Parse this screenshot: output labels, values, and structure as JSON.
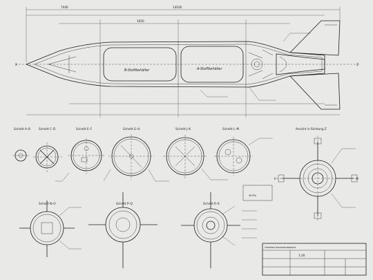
{
  "labels": {
    "axis_x": "X",
    "axis_z": "Z",
    "tank_b": "B-Stoffbehälter",
    "tank_a": "A-Stoffbehälter",
    "sec_ab": "Schnitt A–B",
    "sec_cd": "Schnitt C–D",
    "sec_ef": "Schnitt E–F",
    "sec_gh": "Schnitt G–H",
    "sec_jk": "Schnitt J–K",
    "sec_lm": "Schnitt L–M",
    "view_z": "Ansicht in Richtung Z",
    "sec_no": "Schnitt N–O",
    "sec_pq": "Schnitt P–Q",
    "sec_rs": "Schnitt R–S",
    "secret": "Geheime Kommandosache",
    "scale": "1:20",
    "num_id": "30794",
    "dim_top_1": "7440",
    "dim_top_2": "1650",
    "dim_top_3": "14030",
    "axis_ii": "II",
    "axis_iv": "IV"
  },
  "colors": {
    "paper": "#e9e9e7",
    "ink": "#1c1c1c"
  }
}
